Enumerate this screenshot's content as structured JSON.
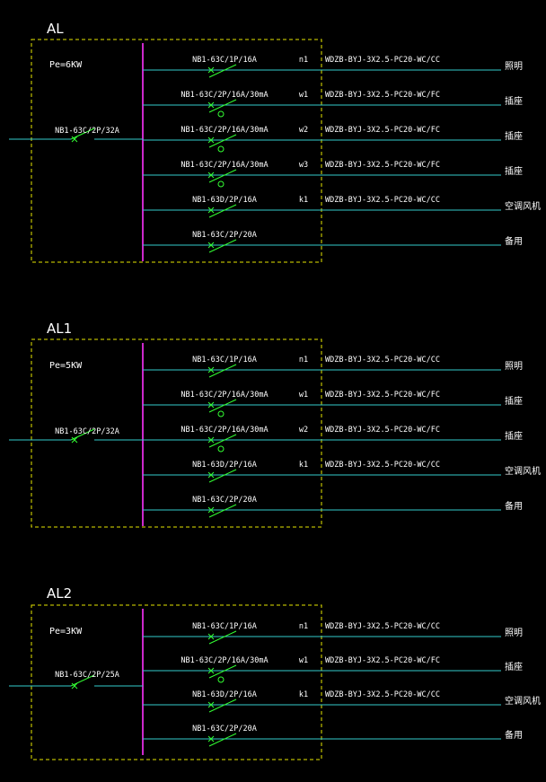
{
  "colors": {
    "background": "#000000",
    "frame": "#e6e600",
    "busbar": "#ff33ff",
    "feeder": "#33cccc",
    "breaker": "#33ff33",
    "text": "#ffffff"
  },
  "panels": [
    {
      "name": "AL",
      "power": "Pe=6KW",
      "main_breaker": "NB1-63C/2P/32A",
      "circuits": [
        {
          "breaker": "NB1-63C/1P/16A",
          "id": "n1",
          "cable": "WDZB-BYJ-3X2.5-PC20-WC/CC",
          "use": "照明",
          "rcd": false
        },
        {
          "breaker": "NB1-63C/2P/16A/30mA",
          "id": "w1",
          "cable": "WDZB-BYJ-3X2.5-PC20-WC/FC",
          "use": "插座",
          "rcd": true
        },
        {
          "breaker": "NB1-63C/2P/16A/30mA",
          "id": "w2",
          "cable": "WDZB-BYJ-3X2.5-PC20-WC/FC",
          "use": "插座",
          "rcd": true
        },
        {
          "breaker": "NB1-63C/2P/16A/30mA",
          "id": "w3",
          "cable": "WDZB-BYJ-3X2.5-PC20-WC/FC",
          "use": "插座",
          "rcd": true
        },
        {
          "breaker": "NB1-63D/2P/16A",
          "id": "k1",
          "cable": "WDZB-BYJ-3X2.5-PC20-WC/CC",
          "use": "空调风机",
          "rcd": false
        },
        {
          "breaker": "NB1-63C/2P/20A",
          "id": "",
          "cable": "",
          "use": "备用",
          "rcd": false
        }
      ]
    },
    {
      "name": "AL1",
      "power": "Pe=5KW",
      "main_breaker": "NB1-63C/2P/32A",
      "circuits": [
        {
          "breaker": "NB1-63C/1P/16A",
          "id": "n1",
          "cable": "WDZB-BYJ-3X2.5-PC20-WC/CC",
          "use": "照明",
          "rcd": false
        },
        {
          "breaker": "NB1-63C/2P/16A/30mA",
          "id": "w1",
          "cable": "WDZB-BYJ-3X2.5-PC20-WC/FC",
          "use": "插座",
          "rcd": true
        },
        {
          "breaker": "NB1-63C/2P/16A/30mA",
          "id": "w2",
          "cable": "WDZB-BYJ-3X2.5-PC20-WC/FC",
          "use": "插座",
          "rcd": true
        },
        {
          "breaker": "NB1-63D/2P/16A",
          "id": "k1",
          "cable": "WDZB-BYJ-3X2.5-PC20-WC/CC",
          "use": "空调风机",
          "rcd": false
        },
        {
          "breaker": "NB1-63C/2P/20A",
          "id": "",
          "cable": "",
          "use": "备用",
          "rcd": false
        }
      ]
    },
    {
      "name": "AL2",
      "power": "Pe=3KW",
      "main_breaker": "NB1-63C/2P/25A",
      "circuits": [
        {
          "breaker": "NB1-63C/1P/16A",
          "id": "n1",
          "cable": "WDZB-BYJ-3X2.5-PC20-WC/CC",
          "use": "照明",
          "rcd": false
        },
        {
          "breaker": "NB1-63C/2P/16A/30mA",
          "id": "w1",
          "cable": "WDZB-BYJ-3X2.5-PC20-WC/FC",
          "use": "插座",
          "rcd": true
        },
        {
          "breaker": "NB1-63D/2P/16A",
          "id": "k1",
          "cable": "WDZB-BYJ-3X2.5-PC20-WC/CC",
          "use": "空调风机",
          "rcd": false
        },
        {
          "breaker": "NB1-63C/2P/20A",
          "id": "",
          "cable": "",
          "use": "备用",
          "rcd": false
        }
      ]
    }
  ]
}
